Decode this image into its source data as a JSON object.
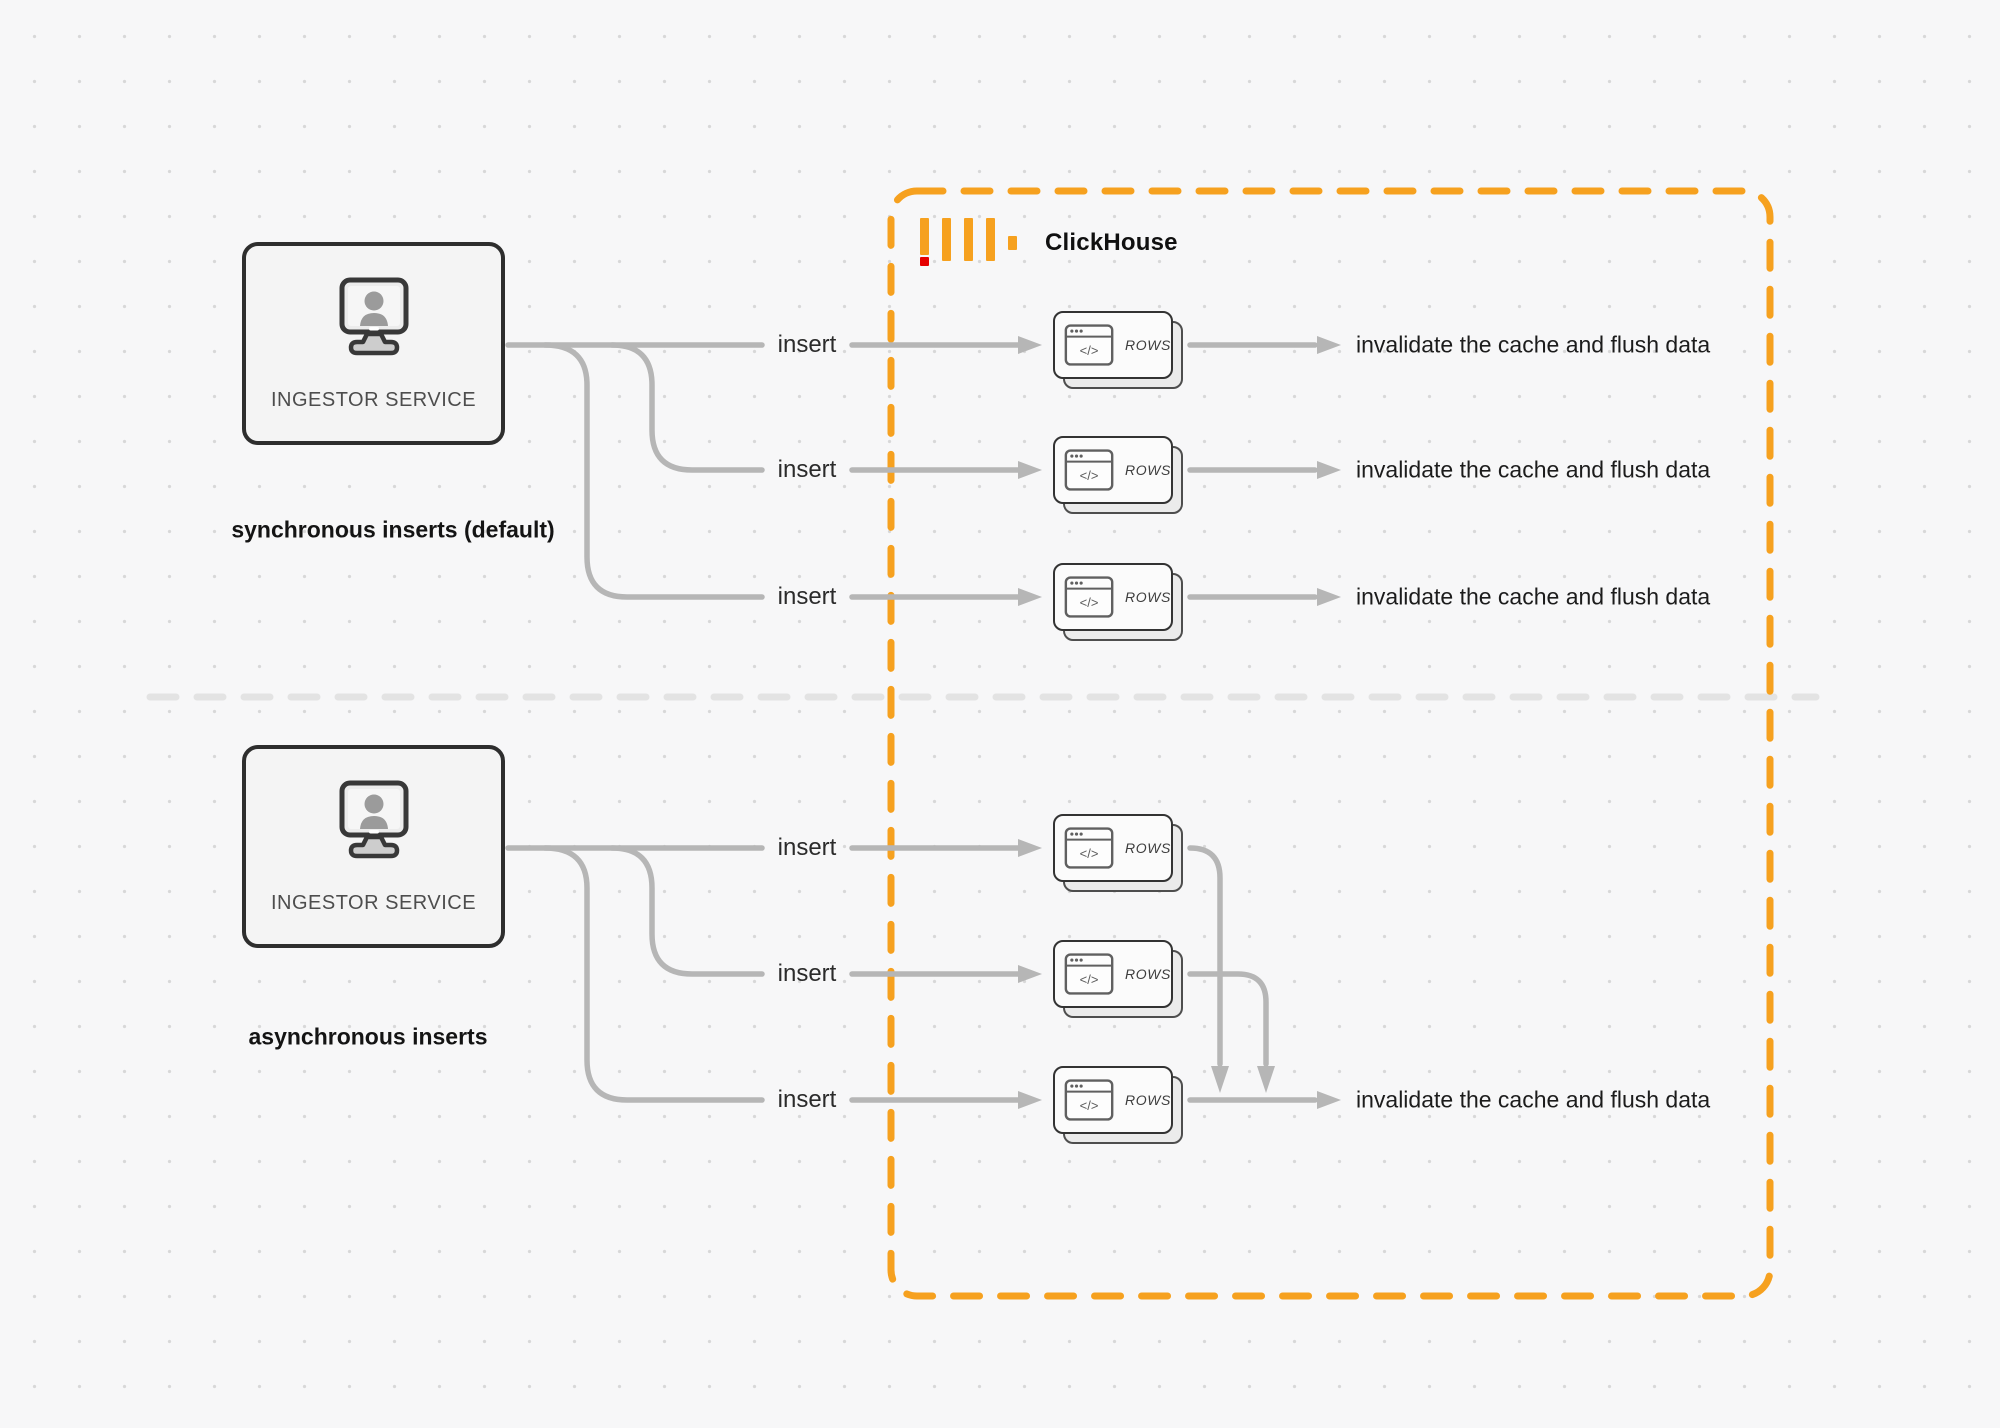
{
  "colors": {
    "accent_orange": "#F6A11F",
    "logo_red": "#E60000",
    "connector_gray": "#b6b6b6",
    "divider_gray": "#e3e3e3",
    "box_border_dark": "#2e2e2e"
  },
  "clickhouse": {
    "label": "ClickHouse"
  },
  "sync": {
    "service_label": "INGESTOR SERVICE",
    "caption": "synchronous inserts (default)",
    "rows": [
      {
        "insert": "insert",
        "node": "ROWS",
        "code_glyph": "</>",
        "result": "invalidate the cache and flush data"
      },
      {
        "insert": "insert",
        "node": "ROWS",
        "code_glyph": "</>",
        "result": "invalidate the cache and flush data"
      },
      {
        "insert": "insert",
        "node": "ROWS",
        "code_glyph": "</>",
        "result": "invalidate the cache and flush data"
      }
    ]
  },
  "async": {
    "service_label": "INGESTOR SERVICE",
    "caption": "asynchronous inserts",
    "rows": [
      {
        "insert": "insert",
        "node": "ROWS",
        "code_glyph": "</>"
      },
      {
        "insert": "insert",
        "node": "ROWS",
        "code_glyph": "</>"
      },
      {
        "insert": "insert",
        "node": "ROWS",
        "code_glyph": "</>",
        "result": "invalidate the cache and flush data"
      }
    ]
  }
}
